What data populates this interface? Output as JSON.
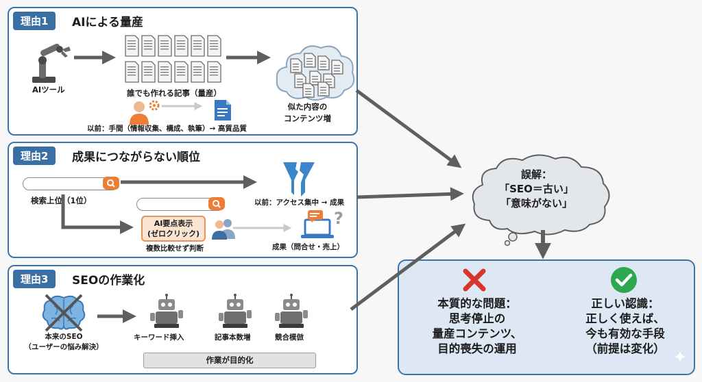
{
  "reason1": {
    "tag": "理由1",
    "title": "AIによる量産",
    "ai_tool": "AIツール",
    "articles": "誰でも作れる記事（量産）",
    "past": "以前：手間（情報収集、構成、執筆）→ 高質品質",
    "similar_line1": "似た内容の",
    "similar_line2": "コンテンツ増"
  },
  "reason2": {
    "tag": "理由2",
    "title": "成果につながらない順位",
    "search_rank": "検索上位（1位）",
    "past": "以前：アクセス集中 → 成果",
    "ai_box_line1": "AI要点表示",
    "ai_box_line2": "(ゼロクリック)",
    "no_compare": "複数比較せず判断",
    "result": "成果（問合せ・売上）"
  },
  "reason3": {
    "tag": "理由3",
    "title": "SEOの作業化",
    "original_line1": "本来のSEO",
    "original_line2": "（ユーザーの悩み解決）",
    "robots": [
      "キーワード挿入",
      "記事本数増",
      "競合模倣"
    ],
    "goal": "作業が目的化"
  },
  "misunderstanding": {
    "line1": "誤解：",
    "line2": "「SEO＝古い」",
    "line3": "「意味がない」"
  },
  "conclusion": {
    "wrong_lines": [
      "本質的な問題：",
      "思考停止の",
      "量産コンテンツ、",
      "目的喪失の運用"
    ],
    "right_lines": [
      "正しい認識：",
      "正しく使えば、",
      "今も有効な手段",
      "（前提は変化）"
    ]
  },
  "colors": {
    "panel_border": "#3a73a8",
    "tag_bg": "#3a6fa4",
    "accent_orange": "#ee7e35",
    "wrong_red": "#d9342b",
    "right_green": "#2da84f"
  }
}
